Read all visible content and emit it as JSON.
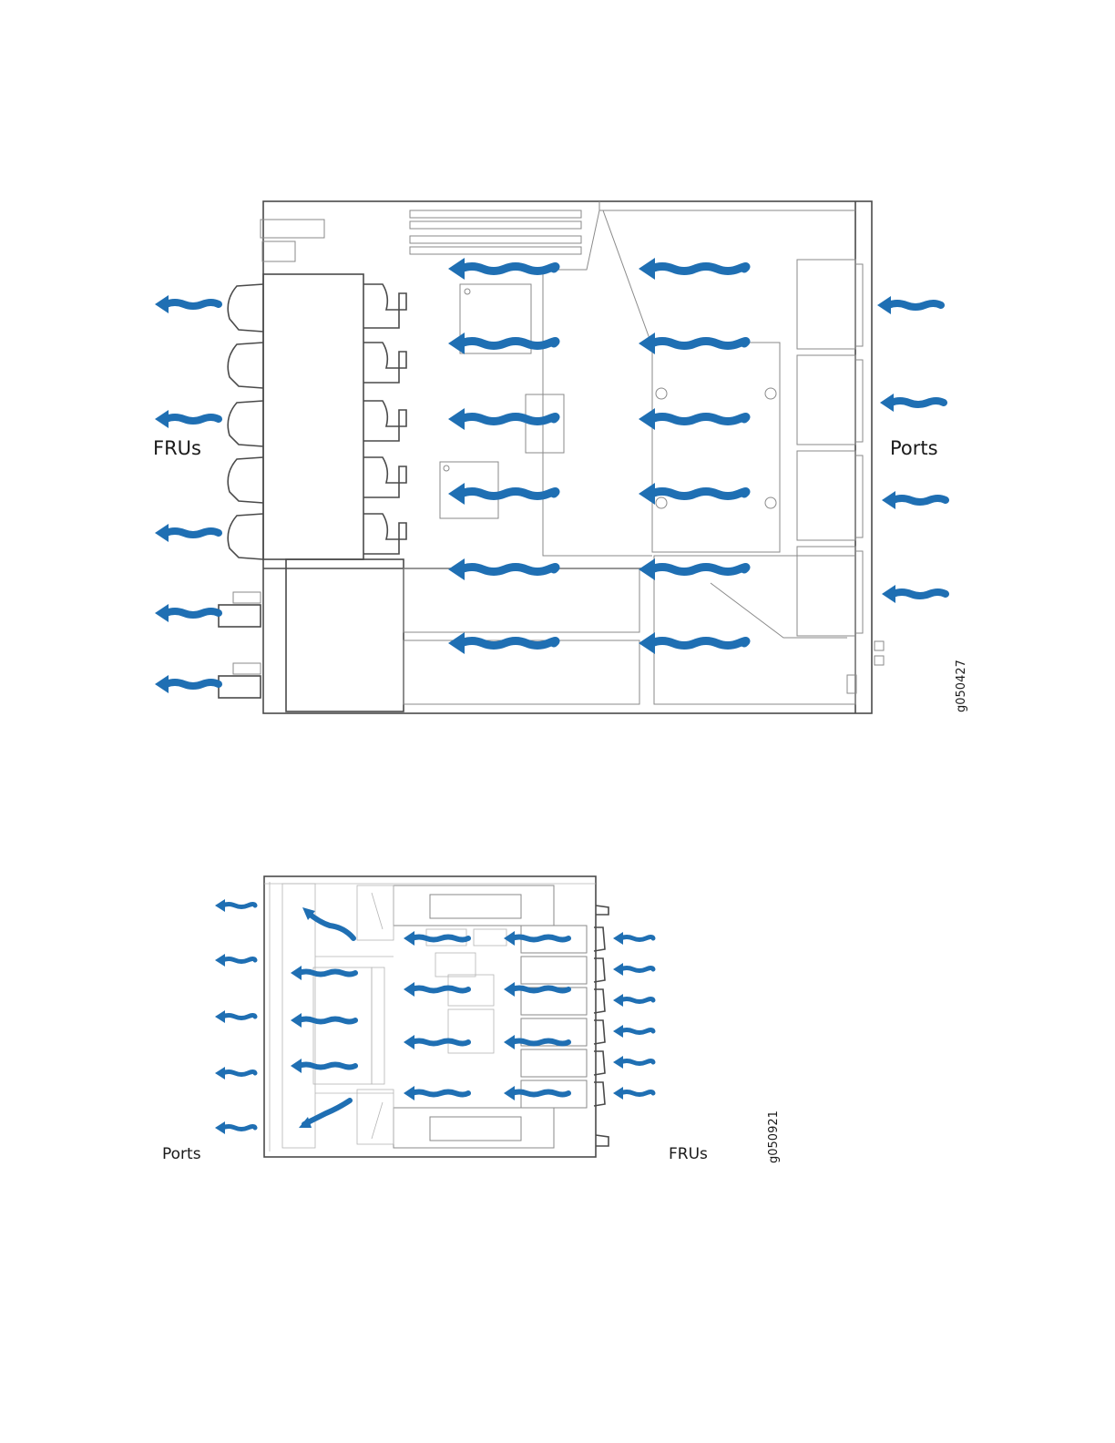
{
  "colors": {
    "airflow": "#1f6fb3",
    "line": "#4a4a4a"
  },
  "figures": [
    {
      "name": "top-view-1",
      "labels": {
        "left": "FRUs",
        "right": "Ports",
        "figure_id": "g050427"
      }
    },
    {
      "name": "top-view-2",
      "labels": {
        "left": "Ports",
        "right": "FRUs",
        "figure_id": "g050921"
      }
    }
  ]
}
